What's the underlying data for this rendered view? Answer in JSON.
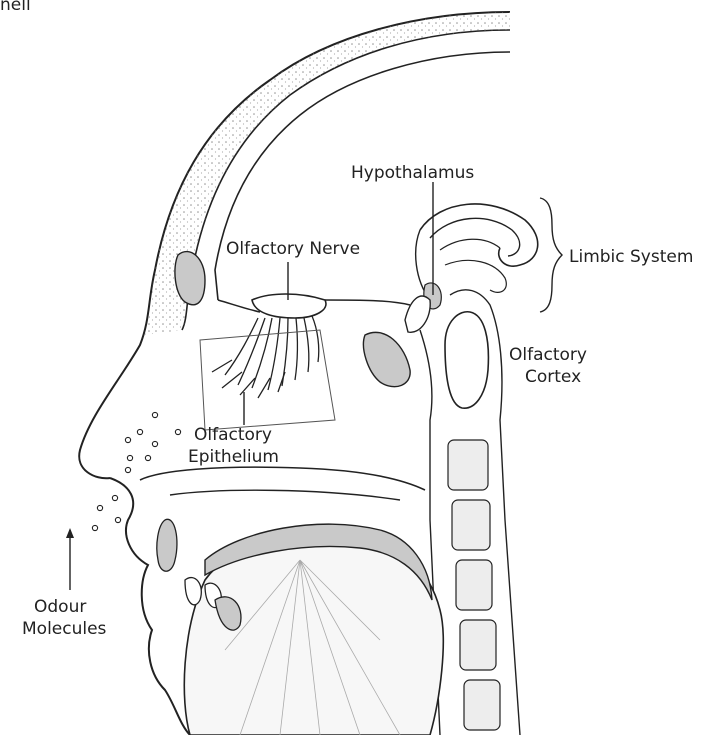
{
  "title_fragment": "nell",
  "labels": {
    "hypothalamus": "Hypothalamus",
    "olfactory_nerve": "Olfactory Nerve",
    "limbic_system": "Limbic System",
    "olfactory_cortex": [
      "Olfactory",
      "Cortex"
    ],
    "olfactory_epithelium": [
      "Olfactory",
      "Epithelium"
    ],
    "odour_molecules": [
      "Odour",
      "Molecules"
    ]
  },
  "colors": {
    "line": "#222222",
    "fill_gray": "#c9c9c9",
    "fill_light": "#ededed",
    "background": "#ffffff"
  }
}
